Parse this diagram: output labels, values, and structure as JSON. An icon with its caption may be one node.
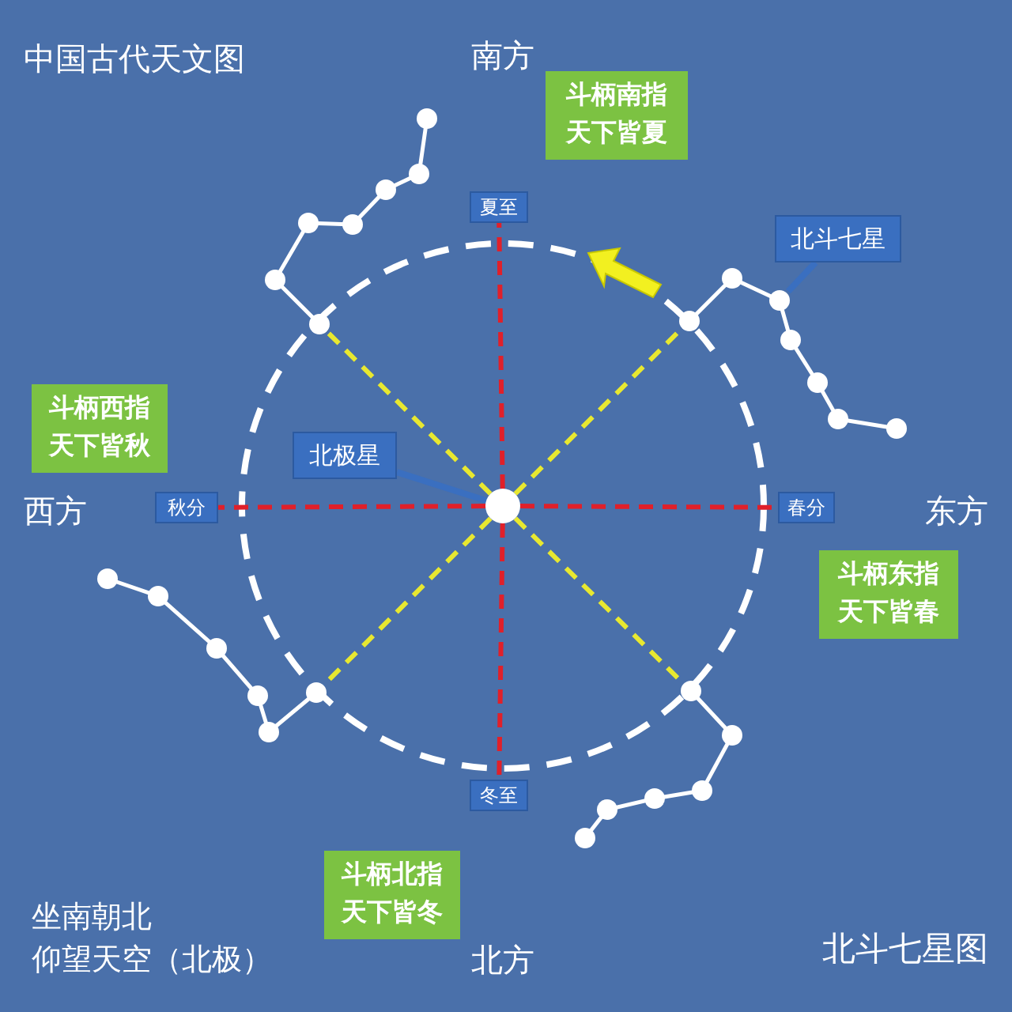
{
  "diagram": {
    "title": "中国古代天文图",
    "nodes": [
      {
        "text": [
          "斗柄南指天下皆夏"
        ]
      },
      {
        "text": [
          "北斗七星"
        ]
      },
      {
        "text": [
          "夏至"
        ]
      },
      {
        "text": [
          "斗柄西指天下皆秋"
        ]
      },
      {
        "text": [
          "北极星"
        ]
      },
      {
        "text": [
          "秋分"
        ]
      },
      {
        "text": [],
        "shape": "circle"
      },
      {
        "text": [
          "春分"
        ]
      },
      {
        "text": [
          "斗柄东指天下皆春"
        ]
      },
      {
        "text": [
          "冬至"
        ]
      },
      {
        "text": [
          "斗柄北指天下皆冬"
        ]
      },
      {
        "text": [],
        "shape": "picture"
      },
      {
        "text": [],
        "shape": "picture"
      },
      {
        "text": [],
        "shape": "picture"
      },
      {
        "text": [],
        "shape": "picture"
      }
    ],
    "edges": [
      {
        "from": 4,
        "to": 6,
        "arrow": "none",
        "color": "#3a6fc0"
      },
      {
        "from": 1,
        "to": 12,
        "arrow": "none",
        "color": "#3a6fc0"
      },
      {
        "from": 6,
        "to": 2,
        "arrow": "none",
        "style": "dashed"
      },
      {
        "from": 6,
        "to": 5,
        "arrow": "none",
        "style": "dashed"
      },
      {
        "from": 6,
        "to": 7,
        "arrow": "none",
        "style": "dashed"
      },
      {
        "from": 6,
        "to": 9,
        "arrow": "none",
        "style": "dashed"
      },
      {
        "from": 6,
        "to": 11,
        "arrow": "none",
        "style": "dashed",
        "color": "#e8e830"
      },
      {
        "from": 6,
        "to": 12,
        "arrow": "none",
        "style": "dashed",
        "color": "#e8e830"
      },
      {
        "from": 6,
        "to": 13,
        "arrow": "none",
        "style": "dashed",
        "color": "#e8e830"
      },
      {
        "from": 6,
        "to": 14,
        "arrow": "none",
        "style": "dashed",
        "color": "#e8e830"
      }
    ],
    "labels": [
      "南方",
      "西方",
      "东方",
      "坐南朝北",
      "仰望天空（北极）",
      "北方",
      "北斗七星图"
    ]
  }
}
